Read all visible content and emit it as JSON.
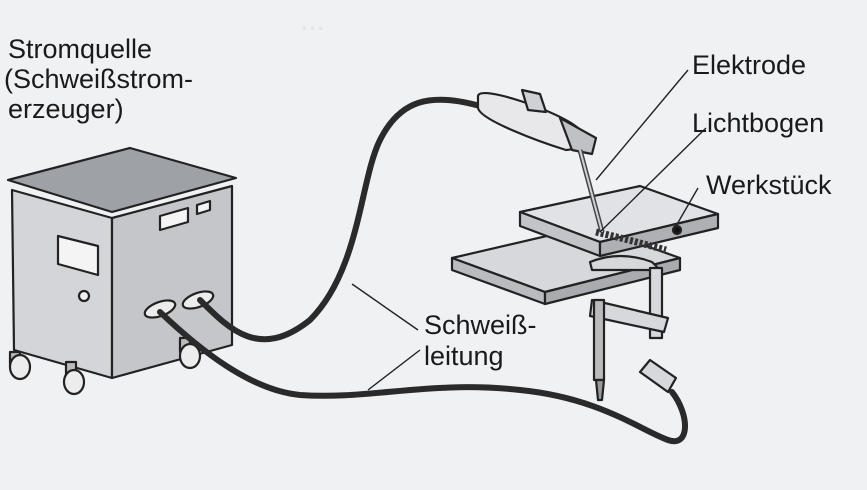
{
  "labels": {
    "source_line1": "Stromquelle",
    "source_line2": "(Schweißstrom-",
    "source_line3": "erzeuger)",
    "electrode": "Elektrode",
    "arc": "Lichtbogen",
    "workpiece": "Werkstück",
    "cable_line1": "Schweiß-",
    "cable_line2": "leitung"
  },
  "colors": {
    "background": "#f0f1f3",
    "machine_body": "#c9cbcf",
    "cable": "#2a2a2a",
    "outline": "#222222"
  }
}
